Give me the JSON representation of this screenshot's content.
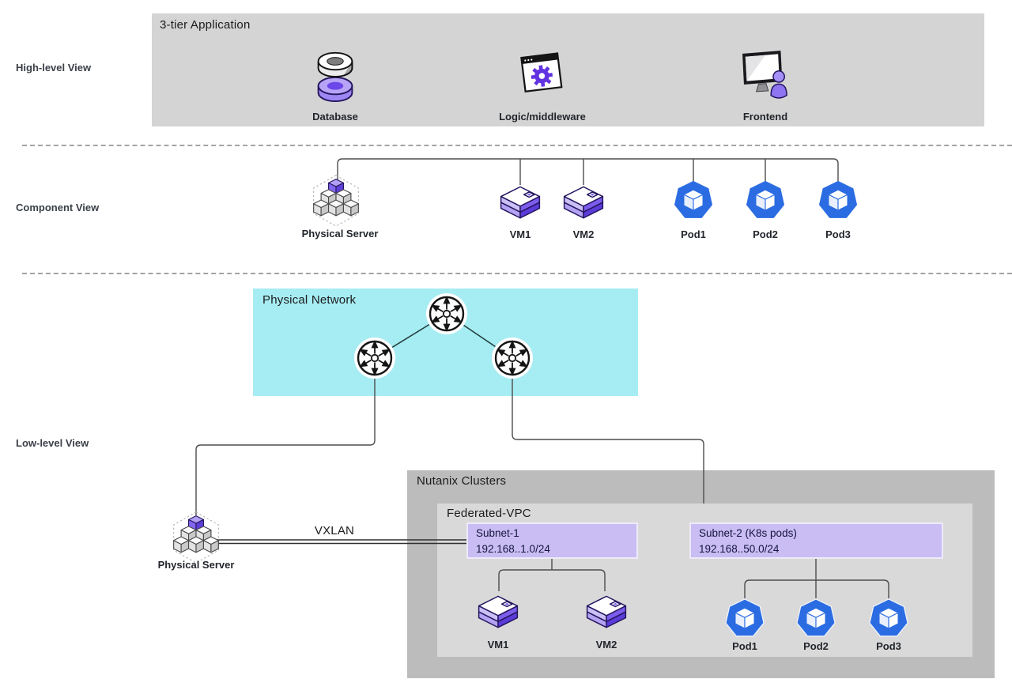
{
  "diagram": {
    "views": [
      {
        "label": "High-level View"
      },
      {
        "label": "Component View"
      },
      {
        "label": "Low-level View"
      }
    ],
    "high_level": {
      "title": "3-tier Application",
      "tiers": [
        {
          "label": "Database"
        },
        {
          "label": "Logic/middleware"
        },
        {
          "label": "Frontend"
        }
      ]
    },
    "component_view": {
      "nodes": [
        {
          "label": "Physical Server"
        },
        {
          "label": "VM1"
        },
        {
          "label": "VM2"
        },
        {
          "label": "Pod1"
        },
        {
          "label": "Pod2"
        },
        {
          "label": "Pod3"
        }
      ]
    },
    "low_level": {
      "physical_network": {
        "title": "Physical Network"
      },
      "physical_server_label": "Physical Server",
      "vxlan_label": "VXLAN",
      "nutanix_clusters": {
        "title": "Nutanix Clusters",
        "federated_vpc": {
          "title": "Federated-VPC",
          "subnets": [
            {
              "name": "Subnet-1",
              "cidr": "192.168..1.0/24"
            },
            {
              "name": "Subnet-2 (K8s pods)",
              "cidr": "192.168..50.0/24"
            }
          ],
          "vms": [
            {
              "label": "VM1"
            },
            {
              "label": "VM2"
            }
          ],
          "pods": [
            {
              "label": "Pod1"
            },
            {
              "label": "Pod2"
            },
            {
              "label": "Pod3"
            }
          ]
        }
      }
    },
    "colors": {
      "high_level_box": "#d4d4d4",
      "network_box": "#a6ecf3",
      "nutanix_box": "#bcbcbc",
      "vpc_box": "#d9d9d9",
      "subnet_box": "#c9bdf3",
      "pod_blue": "#2b6ce2",
      "vm_purple": "#7c5ceb",
      "connector": "#4d4d4d"
    }
  }
}
